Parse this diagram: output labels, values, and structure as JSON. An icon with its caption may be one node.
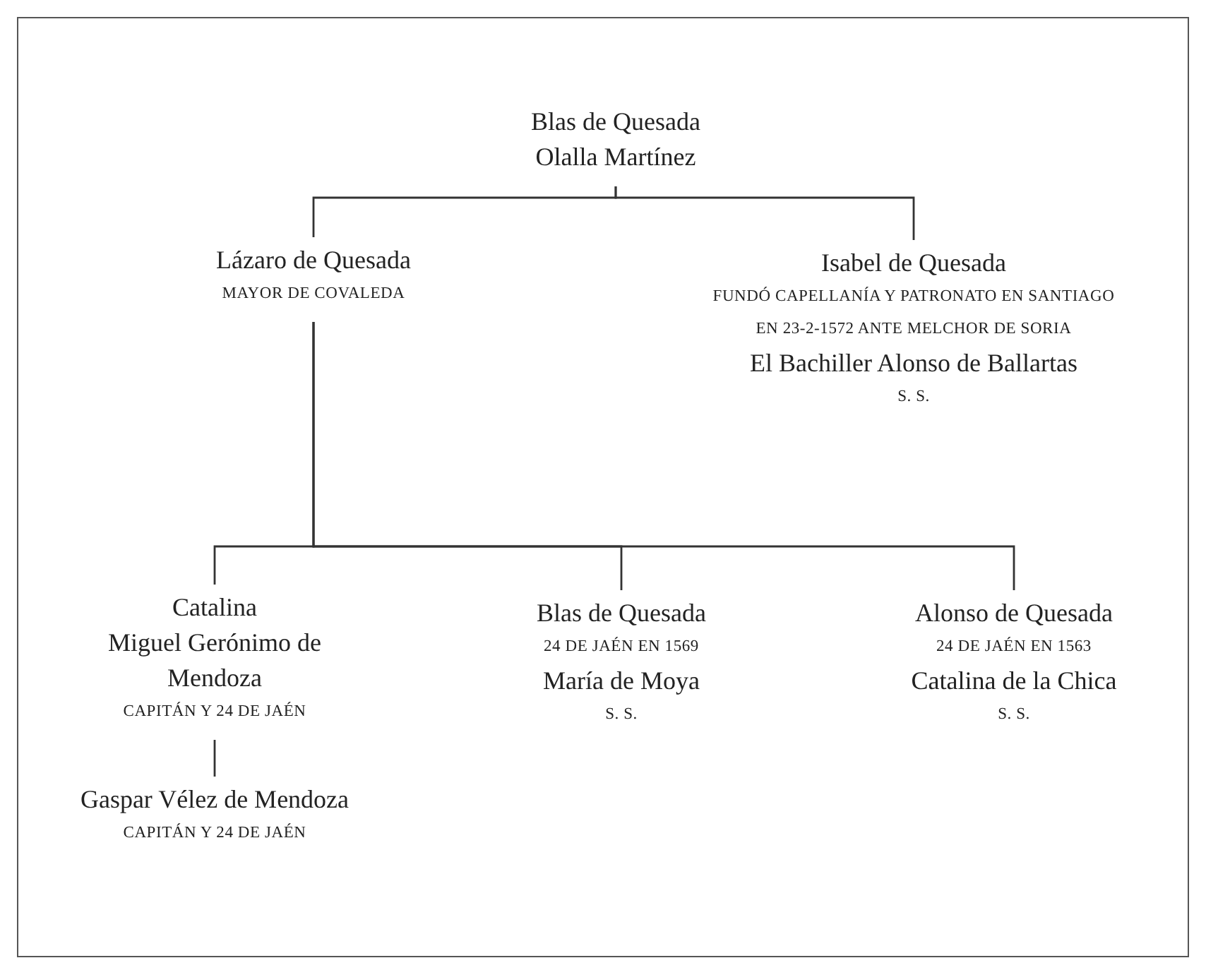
{
  "diagram": {
    "nodes": [
      {
        "text": [
          "Blas de Quesada",
          "Olalla Martínez"
        ]
      },
      {
        "text": [
          "Lázaro de Quesada",
          "MAYOR DE COVALEDA"
        ]
      },
      {
        "text": [
          "Isabel de Quesada",
          "FUNDÓ CAPELLANÍA Y PATRONATO EN SANTIAGO EN 23-2-1572 ANTE MELCHOR DE SORIA",
          "El Bachiller Alonso de Ballartas",
          "S. S."
        ]
      },
      {
        "text": [
          "Catalina",
          "Miguel Gerónimo de Mendoza",
          "CAPITÁN Y 24 DE JAÉN"
        ]
      },
      {
        "text": [
          "Blas de Quesada",
          "24 DE JAÉN EN 1569",
          "María de Moya",
          "S. S."
        ]
      },
      {
        "text": [
          "Alonso de Quesada",
          "24 DE JAÉN EN 1563",
          "Catalina de la Chica",
          "S. S."
        ]
      },
      {
        "text": [
          "Gaspar Vélez de Mendoza",
          "CAPITÁN Y 24 DE JAÉN"
        ]
      }
    ],
    "edges": [
      {
        "from": 0,
        "to": 1,
        "arrow": "none"
      },
      {
        "from": 0,
        "to": 2,
        "arrow": "none"
      },
      {
        "from": 1,
        "to": 3,
        "arrow": "none"
      },
      {
        "from": 1,
        "to": 4,
        "arrow": "none"
      },
      {
        "from": 1,
        "to": 5,
        "arrow": "none"
      },
      {
        "from": 3,
        "to": 6,
        "arrow": "none"
      }
    ]
  }
}
